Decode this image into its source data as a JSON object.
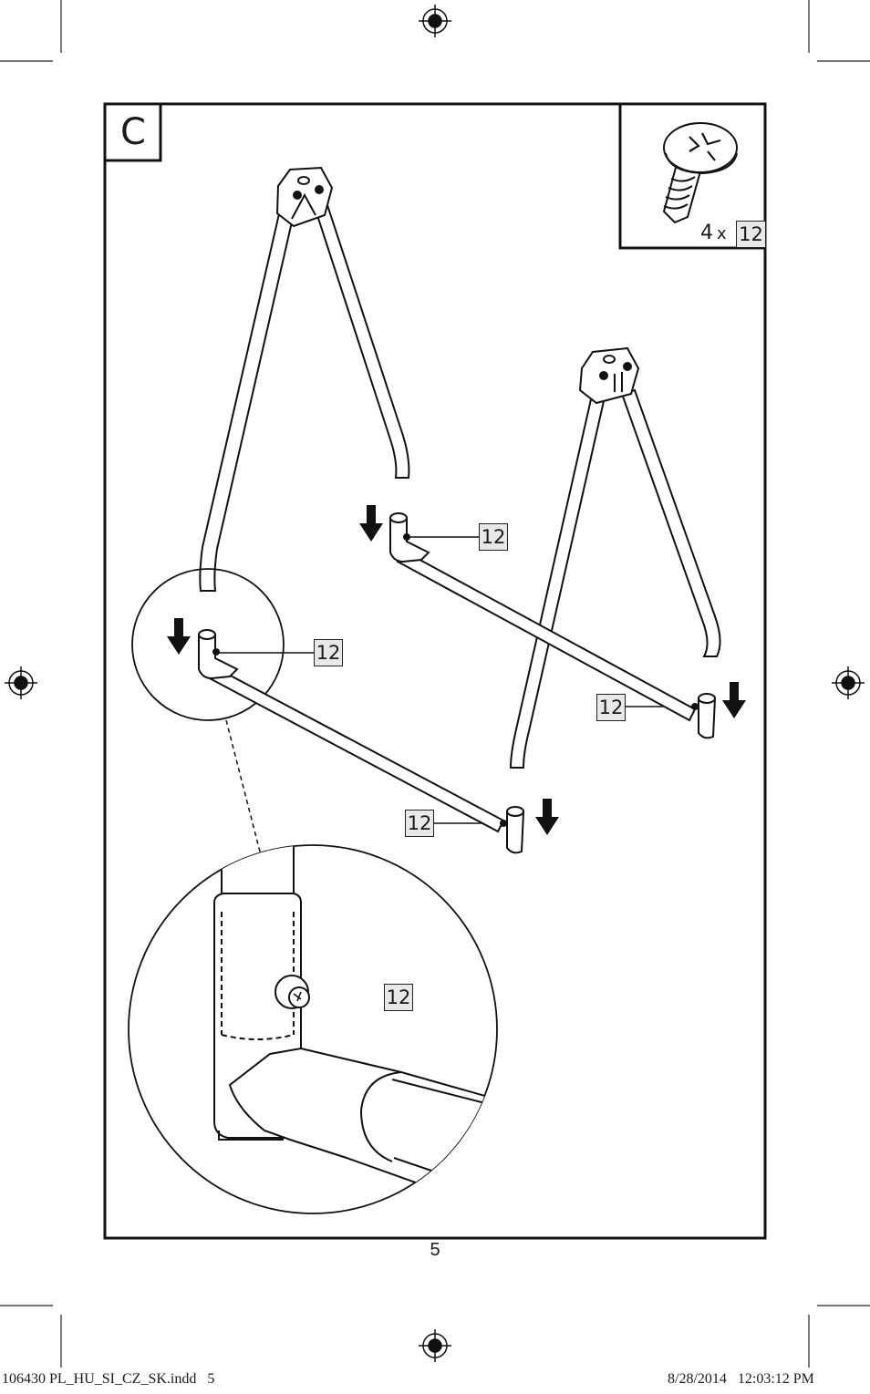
{
  "step": {
    "letter": "C"
  },
  "parts": {
    "screw": {
      "name": "screw-icon",
      "quantity": "4",
      "multiplier": "x",
      "part_number": "12"
    }
  },
  "callouts": [
    "12",
    "12",
    "12",
    "12",
    "12"
  ],
  "page_number": "5",
  "print_slug": {
    "file": "106430 PL_HU_SI_CZ_SK.indd   5",
    "timestamp": "8/28/2014   12:03:12 PM"
  },
  "colors": {
    "line": "#1a1a1a",
    "tag_fill": "#e8e8e8",
    "background": "#ffffff"
  }
}
